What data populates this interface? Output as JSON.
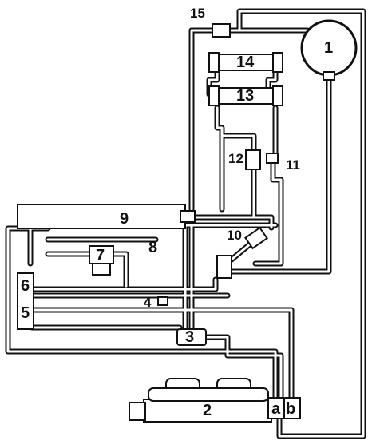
{
  "diagram": {
    "labels": {
      "c1": "1",
      "c2": "2",
      "c3": "3",
      "c4": "4",
      "c5": "5",
      "c6": "6",
      "c7": "7",
      "c8": "8",
      "c9": "9",
      "c10": "10",
      "c11": "11",
      "c12": "12",
      "c13": "13",
      "c14": "14",
      "c15": "15",
      "a": "a",
      "b": "b"
    }
  }
}
